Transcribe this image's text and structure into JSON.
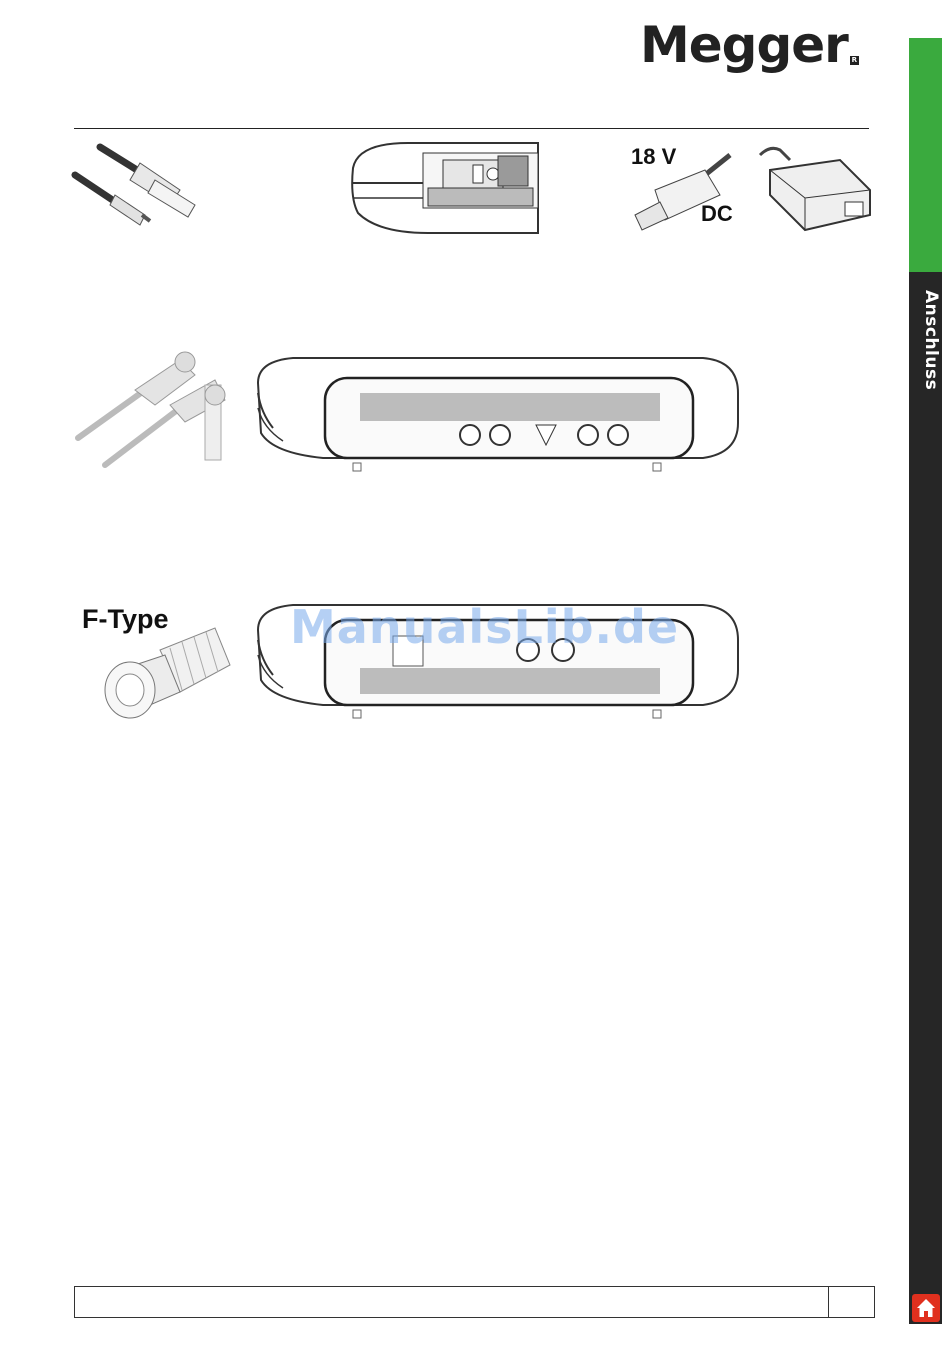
{
  "header": {
    "brand": "Megger",
    "registered": "R"
  },
  "sidebar": {
    "section_label": "Anschluss"
  },
  "power_supply": {
    "voltage_label": "18 V",
    "current_type_label": "DC"
  },
  "antenna_connector": {
    "type_label": "F-Type"
  },
  "watermark": "ManualsLib.de",
  "colors": {
    "sidebar_green": "#3aaa3e",
    "sidebar_dark": "#262626",
    "home_button": "#e0301e"
  },
  "icons": {
    "home": "home-icon"
  }
}
